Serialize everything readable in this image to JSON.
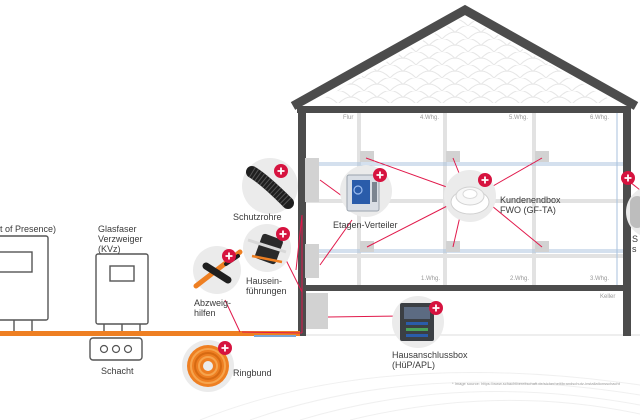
{
  "colors": {
    "accent": "#d6133f",
    "house": "#4c4c4c",
    "fiber": "#ee7f22",
    "wall": "#e4e4e4",
    "line": "#e1194b"
  },
  "labels": {
    "pop": "t of Presence)",
    "kvz_line1": "Glasfaser",
    "kvz_line2": "Verzweiger",
    "kvz_line3": "(KVz)",
    "schacht": "Schacht",
    "schutzrohre": "Schutzrohre",
    "etagen": "Etagen-Verteiler",
    "kundenendbox_line1": "Kundenendbox",
    "kundenendbox_line2": "FWO (GF-TA)",
    "hauseinf_line1": "Hausein-",
    "hauseinf_line2": "führungen",
    "abzweig_line1": "Abzweig-",
    "abzweig_line2": "hilfen",
    "ringbund": "Ringbund",
    "hausanschluss_line1": "Hausanschlussbox",
    "hausanschluss_line2": "(HüP/APL)",
    "right_edge_label": "S",
    "right_edge_label2": "s"
  },
  "rooms": {
    "flur": "Flur",
    "w4": "4.Whg.",
    "w5": "5.Whg.",
    "w6": "6.Whg.",
    "w1": "1.Whg.",
    "w2": "2.Whg.",
    "w3": "3.Whg.",
    "keller": "Keller"
  },
  "source_note": "* Image source: https://www.schachtbereitschaft.de/sicherheit/brandschutz-installationsschacht"
}
